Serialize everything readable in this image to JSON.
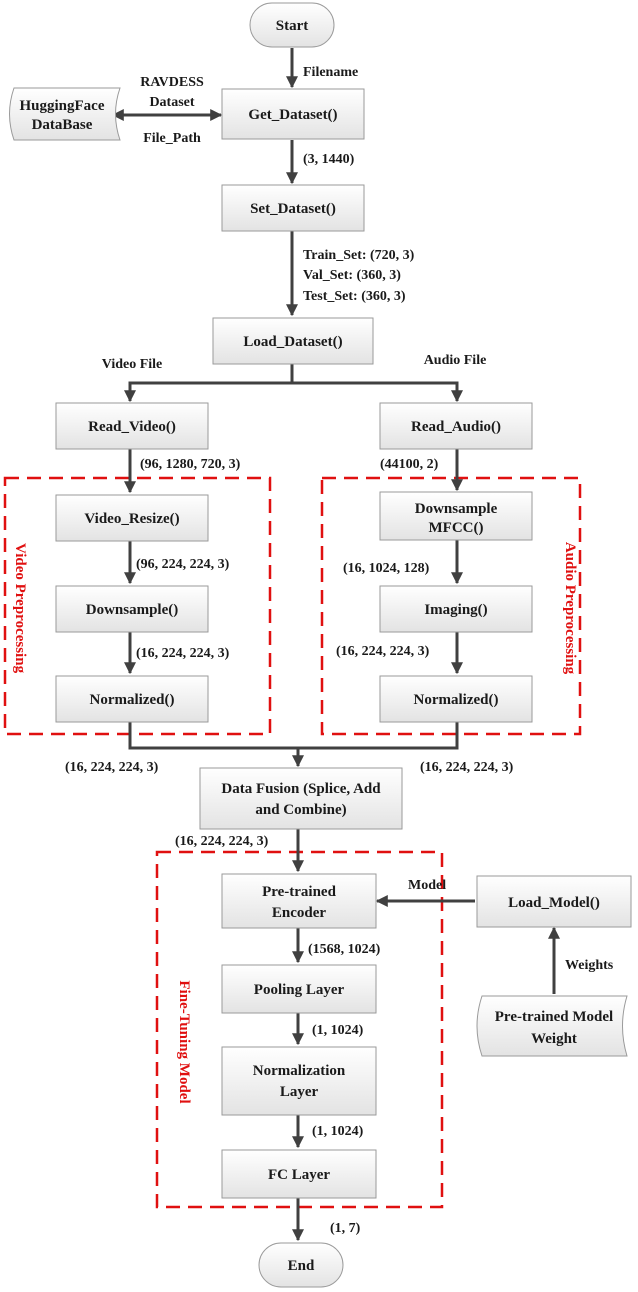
{
  "nodes": {
    "start": "Start",
    "huggingface_1": "HuggingFace",
    "huggingface_2": "DataBase",
    "get_dataset": "Get_Dataset()",
    "set_dataset": "Set_Dataset()",
    "load_dataset": "Load_Dataset()",
    "read_video": "Read_Video()",
    "read_audio": "Read_Audio()",
    "video_resize": "Video_Resize()",
    "video_downsample": "Downsample()",
    "video_normalized": "Normalized()",
    "audio_downsample_1": "Downsample",
    "audio_downsample_2": "MFCC()",
    "audio_imaging": "Imaging()",
    "audio_normalized": "Normalized()",
    "data_fusion_1": "Data Fusion (Splice, Add",
    "data_fusion_2": "and Combine)",
    "encoder_1": "Pre-trained",
    "encoder_2": "Encoder",
    "pooling": "Pooling Layer",
    "normalization_1": "Normalization",
    "normalization_2": "Layer",
    "fc": "FC Layer",
    "load_model": "Load_Model()",
    "weight_1": "Pre-trained Model",
    "weight_2": "Weight",
    "end": "End"
  },
  "edges": {
    "filename": "Filename",
    "ravdess_1": "RAVDESS",
    "ravdess_2": "Dataset",
    "file_path": "File_Path",
    "shape_1440": "(3, 1440)",
    "train_set": "Train_Set: (720, 3)",
    "val_set": "Val_Set: (360, 3)",
    "test_set": "Test_Set: (360, 3)",
    "video_file": "Video File",
    "audio_file": "Audio File",
    "video_raw": "(96, 1280, 720, 3)",
    "audio_raw": "(44100, 2)",
    "video_resized": "(96, 224, 224, 3)",
    "audio_mfcc": "(16, 1024, 128)",
    "video_down": "(16, 224, 224, 3)",
    "audio_img": "(16, 224, 224, 3)",
    "video_norm_out": "(16, 224, 224, 3)",
    "audio_norm_out": "(16, 224, 224, 3)",
    "fusion_out": "(16, 224, 224, 3)",
    "model": "Model",
    "weights": "Weights",
    "encoder_out": "(1568, 1024)",
    "pooling_out": "(1, 1024)",
    "norm_out": "(1, 1024)",
    "fc_out": "(1, 7)"
  },
  "groups": {
    "video": "Video Preprocessing",
    "audio": "Audio Preprocessing",
    "finetune": "Fine-Tuning Model"
  },
  "colors": {
    "box_fill_top": "#ffffff",
    "box_fill_bottom": "#e6e6e6",
    "line": "#404040",
    "group_dash": "#e01010"
  }
}
